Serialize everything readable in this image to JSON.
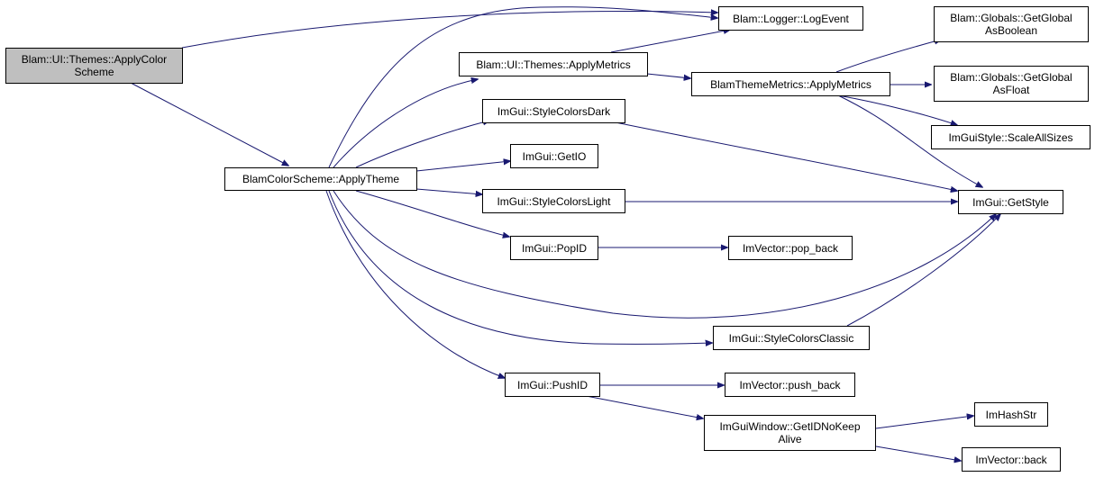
{
  "graph": {
    "colors": {
      "edge": "#191970",
      "root_fill": "#bfbfbf",
      "node_fill": "#ffffff",
      "border": "#000000"
    },
    "nodes": {
      "root": {
        "label_line1": "Blam::UI::Themes::ApplyColor",
        "label_line2": "Scheme"
      },
      "apply_theme": {
        "label": "BlamColorScheme::ApplyTheme"
      },
      "log_event": {
        "label": "Blam::Logger::LogEvent"
      },
      "apply_metrics_ui": {
        "label": "Blam::UI::Themes::ApplyMetrics"
      },
      "theme_metrics": {
        "label": "BlamThemeMetrics::ApplyMetrics"
      },
      "get_global_bool": {
        "label_line1": "Blam::Globals::GetGlobal",
        "label_line2": "AsBoolean"
      },
      "get_global_float": {
        "label_line1": "Blam::Globals::GetGlobal",
        "label_line2": "AsFloat"
      },
      "scale_all_sizes": {
        "label": "ImGuiStyle::ScaleAllSizes"
      },
      "style_dark": {
        "label": "ImGui::StyleColorsDark"
      },
      "get_io": {
        "label": "ImGui::GetIO"
      },
      "style_light": {
        "label": "ImGui::StyleColorsLight"
      },
      "get_style": {
        "label": "ImGui::GetStyle"
      },
      "pop_id": {
        "label": "ImGui::PopID"
      },
      "pop_back": {
        "label": "ImVector::pop_back"
      },
      "style_classic": {
        "label": "ImGui::StyleColorsClassic"
      },
      "push_id": {
        "label": "ImGui::PushID"
      },
      "push_back": {
        "label": "ImVector::push_back"
      },
      "get_id_no_keep": {
        "label_line1": "ImGuiWindow::GetIDNoKeep",
        "label_line2": "Alive"
      },
      "hash_str": {
        "label": "ImHashStr"
      },
      "vec_back": {
        "label": "ImVector::back"
      }
    }
  }
}
